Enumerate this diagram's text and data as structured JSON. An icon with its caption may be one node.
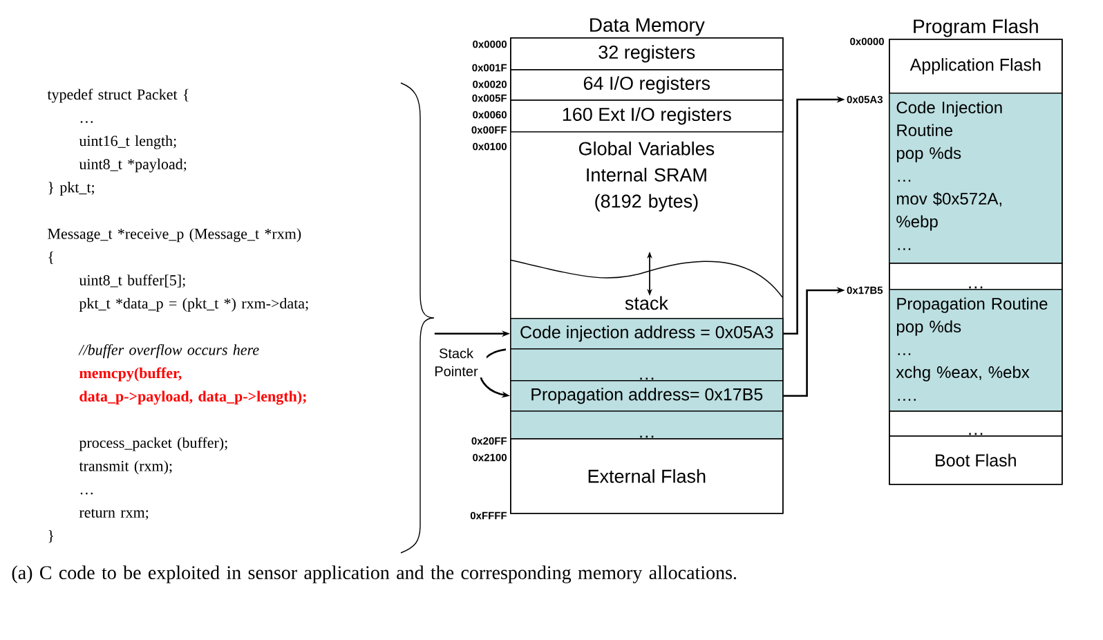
{
  "diagram": {
    "caption": "(a) C code to be exploited in sensor application and the corresponding memory allocations.",
    "nodes": [
      {
        "text": [
          "typedef struct Packet {",
          "…",
          "uint16_t length;",
          "uint8_t *payload;",
          "} pkt_t;",
          "Message_t *receive_p (Message_t *rxm)",
          "{",
          "uint8_t buffer[5];",
          "pkt_t *data_p = (pkt_t *) rxm->data;",
          "//buffer overflow occurs here",
          "memcpy(buffer,",
          "data_p->payload, data_p->length);",
          "process_packet (buffer);",
          "transmit (rxm);",
          "…",
          "return rxm;",
          "}"
        ]
      },
      {
        "text": [
          "Data Memory"
        ]
      },
      {
        "text": [
          "32 registers"
        ],
        "in": 1
      },
      {
        "text": [
          "64 I/O registers"
        ],
        "in": 1
      },
      {
        "text": [
          "160 Ext I/O registers"
        ],
        "in": 1
      },
      {
        "text": [
          "Global Variables Internal SRAM (8192 bytes)"
        ],
        "in": 1
      },
      {
        "text": [
          "stack"
        ],
        "in": 1
      },
      {
        "text": [
          "Code injection address = 0x05A3"
        ],
        "in": 1
      },
      {
        "text": [
          "…"
        ],
        "in": 1
      },
      {
        "text": [
          "Propagation address= 0x17B5"
        ],
        "in": 1
      },
      {
        "text": [
          "…"
        ],
        "in": 1
      },
      {
        "text": [
          "External Flash"
        ],
        "in": 1
      },
      {
        "text": [
          "Program Flash"
        ]
      },
      {
        "text": [
          "Application Flash"
        ],
        "in": 12
      },
      {
        "text": [
          "Code Injection Routine",
          "pop %ds",
          "…",
          "mov $0x572A, %ebp",
          "…"
        ],
        "in": 12
      },
      {
        "text": [
          "…"
        ],
        "in": 12
      },
      {
        "text": [
          "Propagation Routine",
          "pop %ds",
          "…",
          "xchg %eax, %ebx",
          "…."
        ],
        "in": 12
      },
      {
        "text": [
          "…"
        ],
        "in": 12
      },
      {
        "text": [
          "Boot Flash"
        ],
        "in": 12
      },
      {
        "text": [
          "0x05A3"
        ]
      },
      {
        "text": [
          "0x17B5"
        ]
      }
    ],
    "edges": [
      {
        "from": 0,
        "to": 7,
        "arrow": "to"
      },
      {
        "from": 7,
        "to": 9,
        "arrow": "to",
        "label": "Stack Pointer"
      },
      {
        "from": 7,
        "to": 19,
        "arrow": "to"
      },
      {
        "from": 9,
        "to": 20,
        "arrow": "to"
      }
    ],
    "labels": [
      "0x0000",
      "0x001F",
      "0x0020",
      "0x005F",
      "0x0060",
      "0x00FF",
      "0x0100",
      "0x20FF",
      "0x2100",
      "0xFFFF",
      "0x0000"
    ]
  }
}
